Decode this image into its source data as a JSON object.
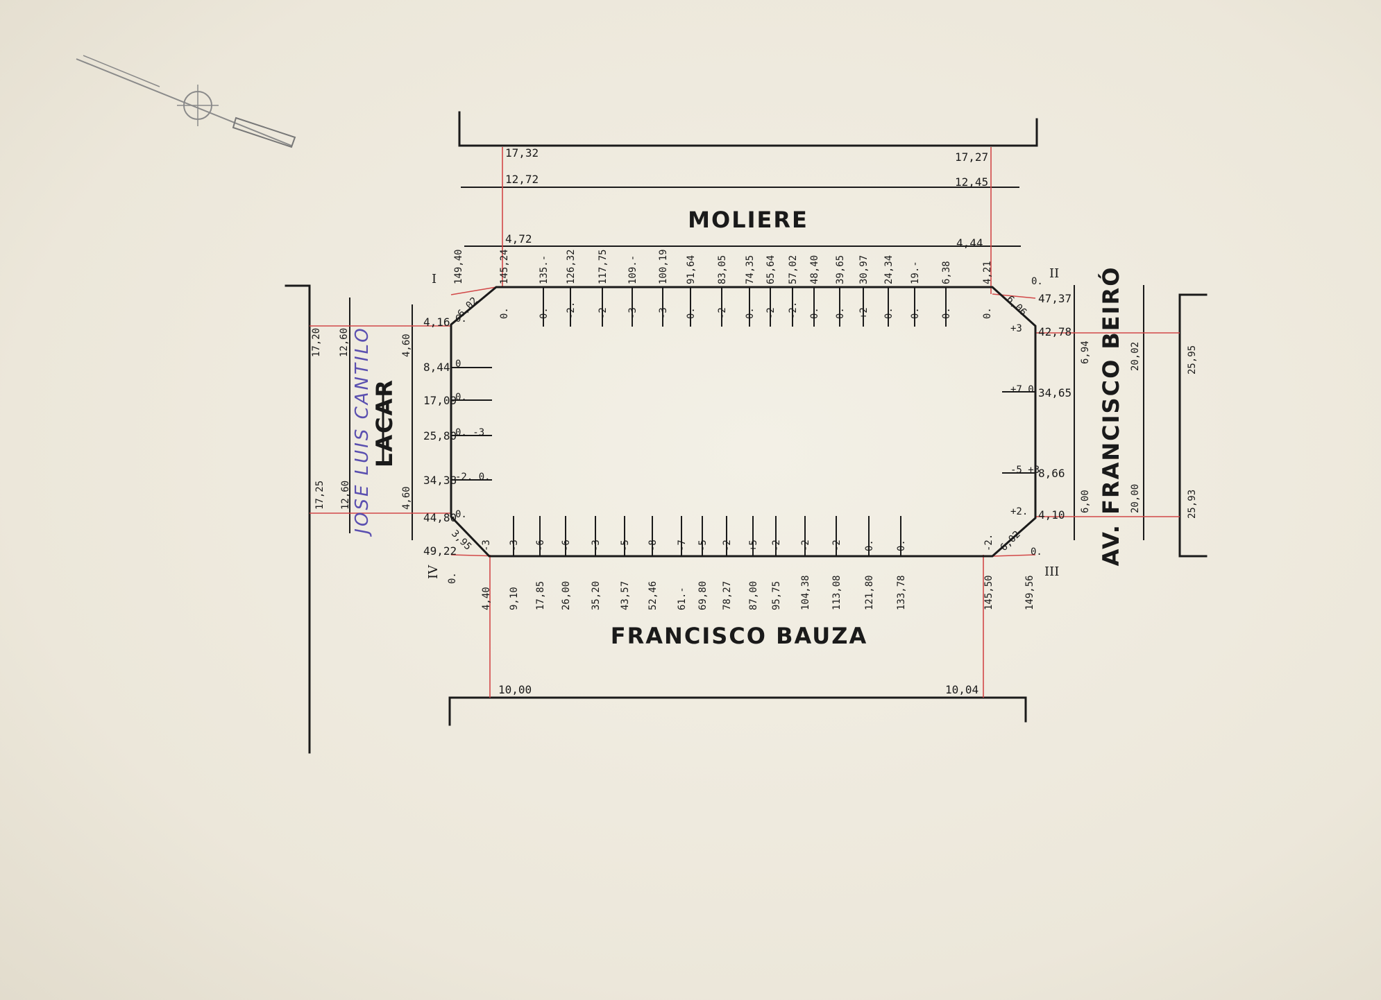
{
  "streets": {
    "top": "MOLIERE",
    "bottom": "FRANCISCO BAUZA",
    "right": "AV. FRANCISCO BEIRÓ",
    "left_old": "LACAR",
    "left_new": "JOSE LUIS CANTILO"
  },
  "corners": {
    "I": "I",
    "II": "II",
    "III": "III",
    "IV": "IV",
    "I_zero": "0.",
    "II_zero": "0.",
    "III_zero": "0.",
    "IV_zero": "0."
  },
  "top_widths": {
    "left": [
      "17,32",
      "12,72",
      "4,72"
    ],
    "right": [
      "17,27",
      "12,45",
      "4,44"
    ]
  },
  "bottom_widths": {
    "left": "10,00",
    "right": "10,04"
  },
  "left_widths": {
    "top": [
      "17,20",
      "12,60",
      "4,60"
    ],
    "bottom": [
      "17,25",
      "12,60",
      "4,60"
    ]
  },
  "right_widths": {
    "top": [
      "6,94",
      "20,02",
      "25,95"
    ],
    "bottom": [
      "6,00",
      "20,00",
      "25,93"
    ]
  },
  "chamfers": {
    "I": "6,02",
    "II": "6,06",
    "III": "6,02",
    "IV": "3,95"
  },
  "top_edge": [
    {
      "d": "149,40",
      "l": ""
    },
    {
      "d": "145,24",
      "l": "0."
    },
    {
      "d": "135.-",
      "l": "0."
    },
    {
      "d": "126,32",
      "l": "-2."
    },
    {
      "d": "117,75",
      "l": "-2"
    },
    {
      "d": "109.-",
      "l": "-3"
    },
    {
      "d": "100,19",
      "l": "-3"
    },
    {
      "d": "91,64",
      "l": "0."
    },
    {
      "d": "83,05",
      "l": "-2"
    },
    {
      "d": "74,35",
      "l": "0."
    },
    {
      "d": "65,64",
      "l": "-2"
    },
    {
      "d": "57,02",
      "l": "-2."
    },
    {
      "d": "48,40",
      "l": "0."
    },
    {
      "d": "39,65",
      "l": "0."
    },
    {
      "d": "30,97",
      "l": "+2"
    },
    {
      "d": "24,34",
      "l": "0."
    },
    {
      "d": "19.-",
      "l": "0."
    },
    {
      "d": "6,38",
      "l": "0."
    },
    {
      "d": "4,21",
      "l": "0."
    }
  ],
  "bottom_edge": [
    {
      "d": "4,40",
      "l": "-3"
    },
    {
      "d": "9,10",
      "l": "-3"
    },
    {
      "d": "17,85",
      "l": "-6"
    },
    {
      "d": "26,00",
      "l": "-6"
    },
    {
      "d": "35,20",
      "l": "-3"
    },
    {
      "d": "43,57",
      "l": "-5"
    },
    {
      "d": "52,46",
      "l": "-8"
    },
    {
      "d": "61.-",
      "l": "-7"
    },
    {
      "d": "69,80",
      "l": "-5"
    },
    {
      "d": "78,27",
      "l": "-2"
    },
    {
      "d": "87,00",
      "l": "+5"
    },
    {
      "d": "95,75",
      "l": "-2"
    },
    {
      "d": "104,38",
      "l": "-2"
    },
    {
      "d": "113,08",
      "l": "-2"
    },
    {
      "d": "121,80",
      "l": "0."
    },
    {
      "d": "133,78",
      "l": "0."
    },
    {
      "d": "145,50",
      "l": "-2."
    },
    {
      "d": "149,56",
      "l": ""
    }
  ],
  "left_edge": [
    {
      "d": "4,16",
      "l": "0."
    },
    {
      "d": "8,44",
      "l": "0"
    },
    {
      "d": "17,09",
      "l": "0."
    },
    {
      "d": "25,80",
      "l": "0. -3"
    },
    {
      "d": "34,38",
      "l": "-2. 0."
    },
    {
      "d": "44,80",
      "l": "0."
    },
    {
      "d": "49,22",
      "l": ""
    }
  ],
  "right_edge": [
    {
      "d": "47,37",
      "l": ""
    },
    {
      "d": "42,78",
      "l": "+3"
    },
    {
      "d": "34,65",
      "l": "+7 0"
    },
    {
      "d": "8,66",
      "l": "-5 +3"
    },
    {
      "d": "4,10",
      "l": "+2."
    }
  ]
}
